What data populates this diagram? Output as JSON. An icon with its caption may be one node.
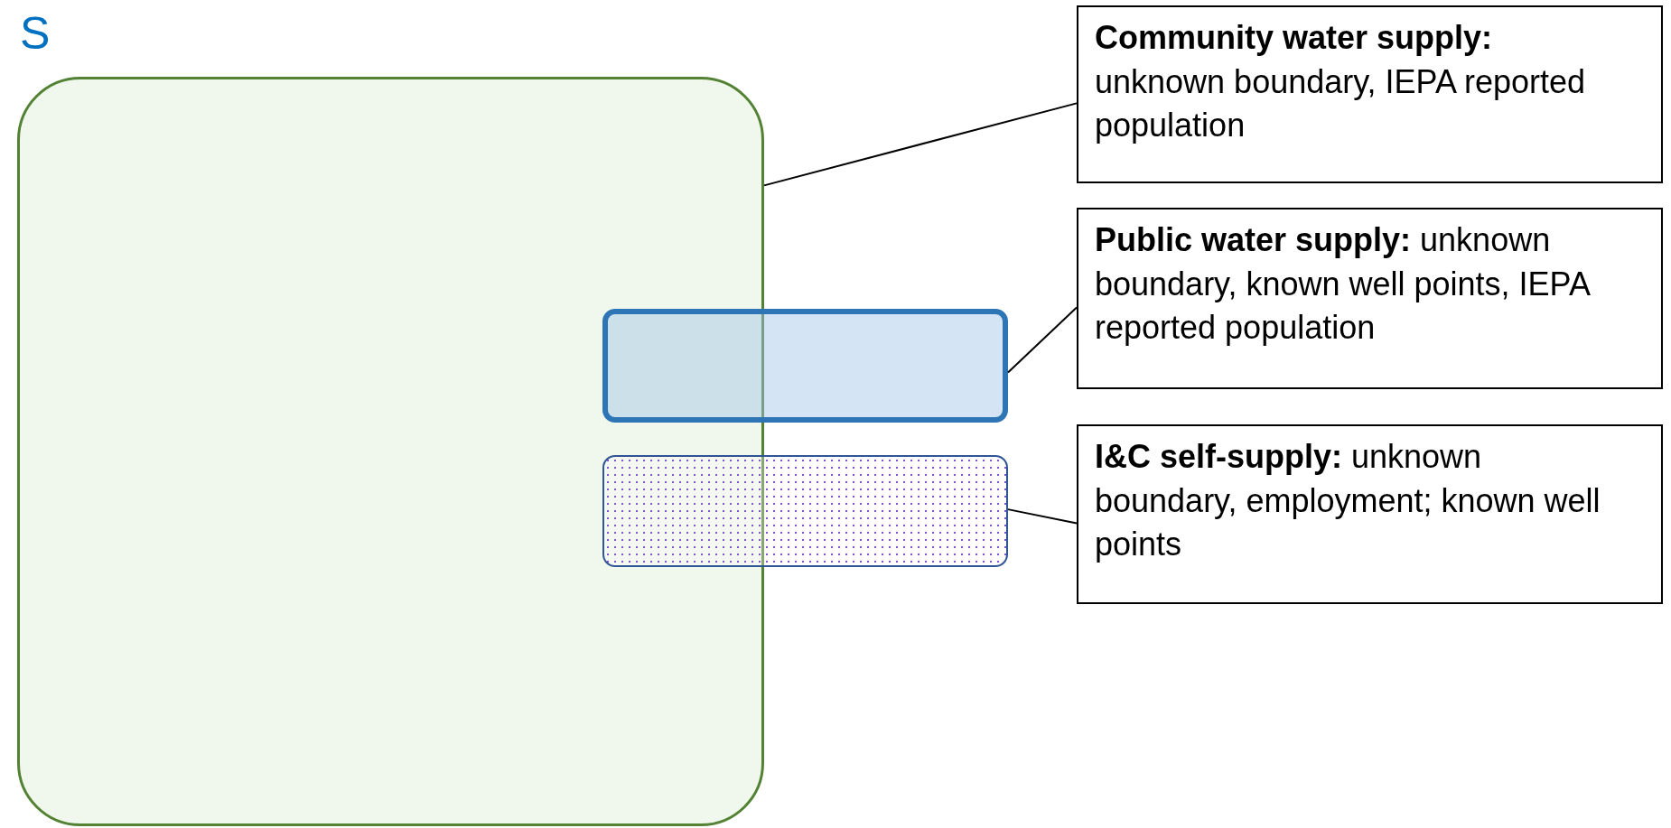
{
  "diagram": {
    "nodes": [
      {
        "text": [],
        "shape": "box"
      },
      {
        "text": [],
        "shape": "box"
      },
      {
        "text": [],
        "shape": "box"
      },
      {
        "text": [
          "**Community water supply:** unknown boundary, IEPA reported population"
        ]
      },
      {
        "text": [
          "**Public water supply:** unknown boundary, known well points, IEPA reported population"
        ]
      },
      {
        "text": [
          "**I&C self-supply:** unknown boundary, employment; known well points"
        ]
      }
    ],
    "edges": [
      {
        "from": 3,
        "to": 0,
        "arrow": "none"
      },
      {
        "from": 4,
        "to": 1,
        "arrow": "none"
      },
      {
        "from": 5,
        "to": 2,
        "arrow": "none"
      }
    ],
    "labels": [
      "S"
    ]
  }
}
